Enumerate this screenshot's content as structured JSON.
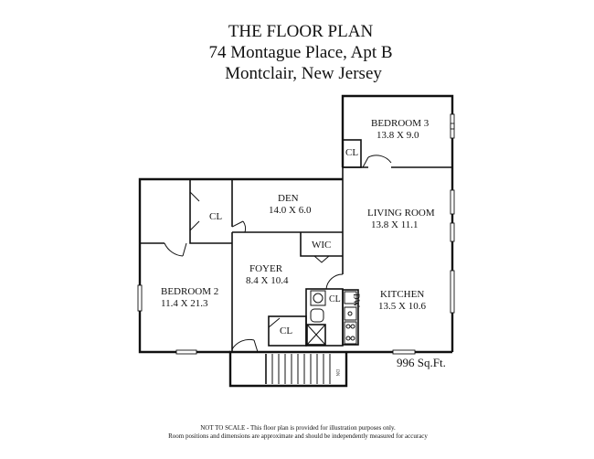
{
  "title": {
    "line1": "THE FLOOR PLAN",
    "line2": "74 Montague Place, Apt B",
    "line3": "Montclair, New Jersey"
  },
  "rooms": {
    "bedroom3": {
      "name": "BEDROOM 3",
      "dims": "13.8 X 9.0"
    },
    "den": {
      "name": "DEN",
      "dims": "14.0 X 6.0"
    },
    "living_room": {
      "name": "LIVING ROOM",
      "dims": "13.8 X 11.1"
    },
    "foyer": {
      "name": "FOYER",
      "dims": "8.4 X 10.4"
    },
    "bedroom2": {
      "name": "BEDROOM 2",
      "dims": "11.4 X 21.3"
    },
    "kitchen": {
      "name": "KITCHEN",
      "dims": "13.5 X 10.6"
    }
  },
  "closets": {
    "bedroom2_closet": "CL",
    "bedroom3_closet": "CL",
    "walk_in_closet": "WIC",
    "bath_closet": "CL",
    "foyer_closet": "CL",
    "dishwasher": "DW"
  },
  "stairs_label": "DN",
  "area": "996 Sq.Ft.",
  "disclaimer": {
    "line1": "NOT TO SCALE - This floor plan is provided for illustration purposes only.",
    "line2": "Room positions and dimensions are approximate and should be independently measured for accuracy"
  }
}
